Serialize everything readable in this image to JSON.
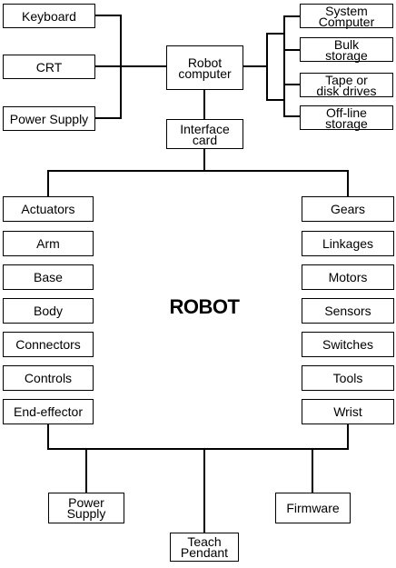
{
  "title": "ROBOT",
  "center": {
    "robot_computer": "Robot\ncomputer",
    "interface_card": "Interface\ncard"
  },
  "inputs": [
    "Keyboard",
    "CRT",
    "Power Supply"
  ],
  "storage": [
    "System\nComputer",
    "Bulk\nstorage",
    "Tape or\ndisk drives",
    "Off-line\nstorage"
  ],
  "left_parts": [
    "Actuators",
    "Arm",
    "Base",
    "Body",
    "Connectors",
    "Controls",
    "End-effector"
  ],
  "right_parts": [
    "Gears",
    "Linkages",
    "Motors",
    "Sensors",
    "Switches",
    "Tools",
    "Wrist"
  ],
  "bottom": {
    "power_supply": "Power\nSupply",
    "teach_pendant": "Teach\nPendant",
    "firmware": "Firmware"
  }
}
